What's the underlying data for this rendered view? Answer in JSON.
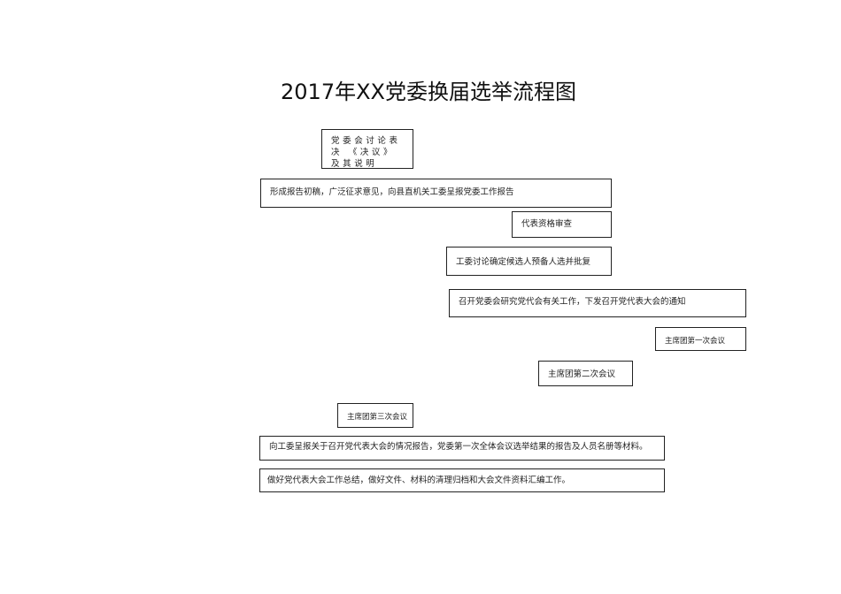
{
  "title": "2017年XX党委换届选举流程图",
  "steps": [
    "党委会讨论表决 《决议》及其说明",
    "形成报告初稿，广泛征求意见，向县直机关工委呈报党委工作报告",
    "代表资格审查",
    "工委讨论确定候选人预备人选并批复",
    "召开党委会研究党代会有关工作，下发召开党代表大会的通知",
    "主席团第一次会议",
    "主席团第二次会议",
    "主席团第三次会议",
    "向工委呈报关于召开党代表大会的情况报告，党委第一次全体会议选举结果的报告及人员名册等材料。",
    "做好党代表大会工作总结，做好文件、材料的清理归档和大会文件资料汇编工作。"
  ]
}
